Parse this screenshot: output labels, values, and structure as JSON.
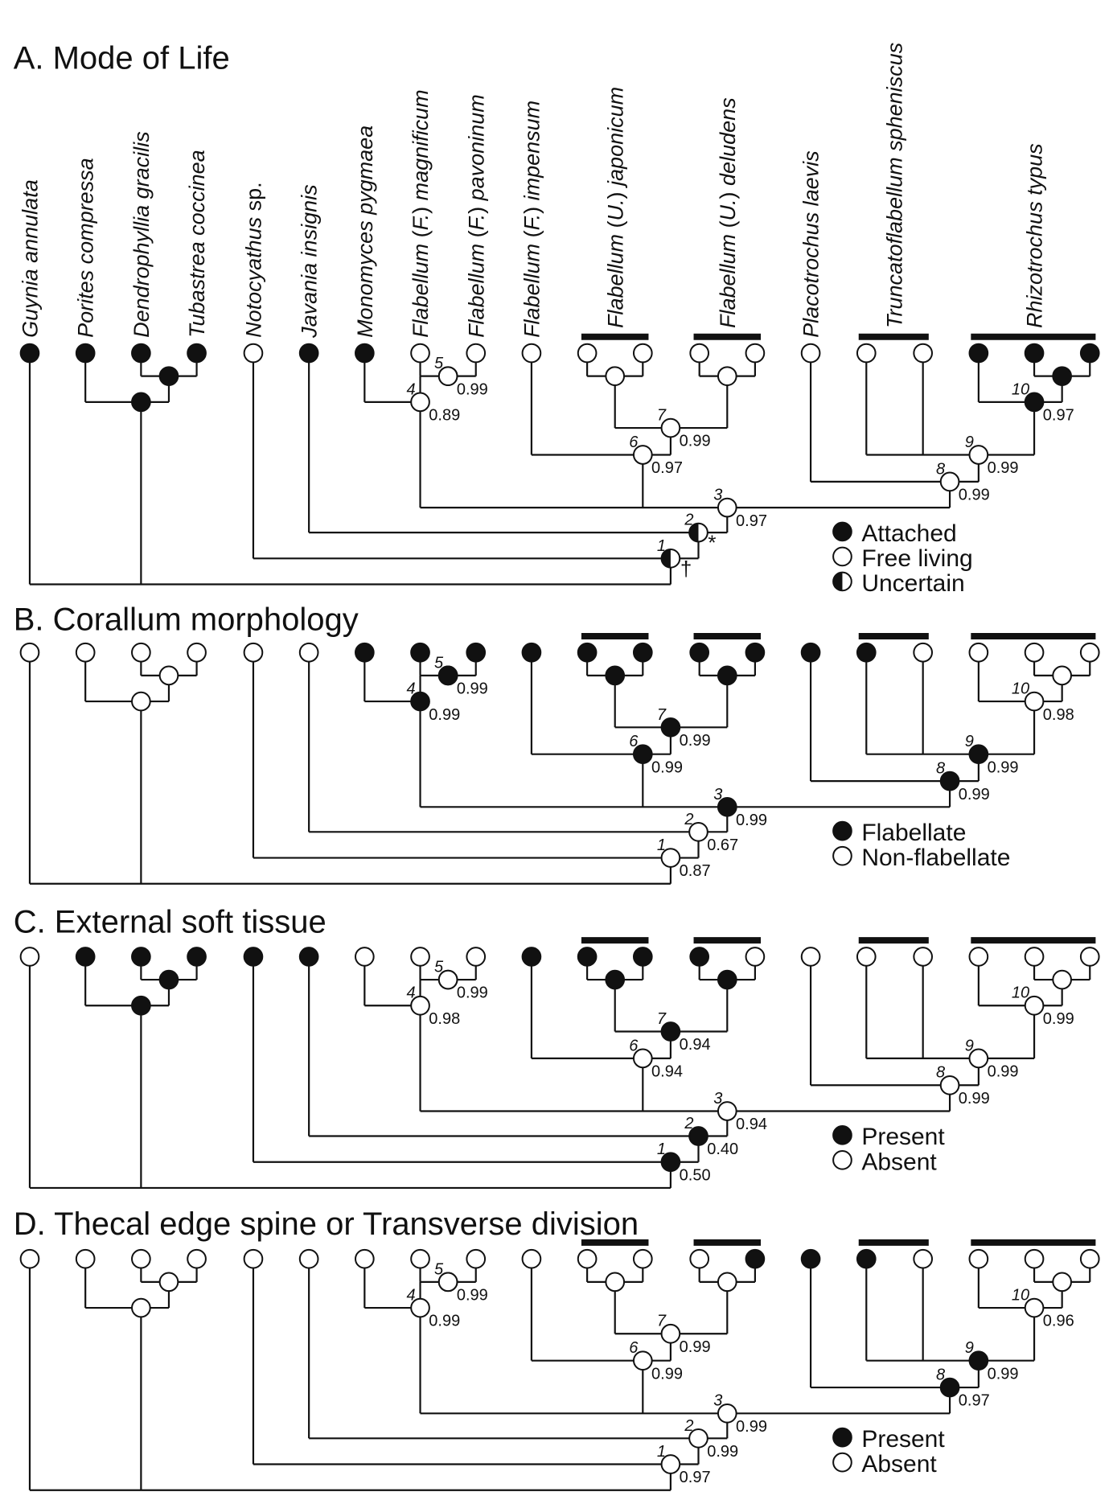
{
  "taxa": [
    {
      "parts": [
        {
          "t": "Guynia annulata",
          "i": true
        }
      ]
    },
    {
      "parts": [
        {
          "t": "Porites compressa",
          "i": true
        }
      ]
    },
    {
      "parts": [
        {
          "t": "Dendrophyllia gracilis",
          "i": true
        }
      ]
    },
    {
      "parts": [
        {
          "t": "Tubastrea coccinea",
          "i": true
        }
      ]
    },
    {
      "parts": [
        {
          "t": "Notocyathus",
          "i": true
        },
        {
          "t": " sp.",
          "i": false
        }
      ]
    },
    {
      "parts": [
        {
          "t": "Javania insignis",
          "i": true
        }
      ]
    },
    {
      "parts": [
        {
          "t": "Monomyces pygmaea",
          "i": true
        }
      ]
    },
    {
      "parts": [
        {
          "t": "Flabellum",
          "i": true
        },
        {
          "t": " (",
          "i": false
        },
        {
          "t": "F.",
          "i": true
        },
        {
          "t": ") ",
          "i": false
        },
        {
          "t": "magnificum",
          "i": true
        }
      ]
    },
    {
      "parts": [
        {
          "t": "Flabellum",
          "i": true
        },
        {
          "t": " (",
          "i": false
        },
        {
          "t": "F.",
          "i": true
        },
        {
          "t": ") ",
          "i": false
        },
        {
          "t": "pavoninum",
          "i": true
        }
      ]
    },
    {
      "parts": [
        {
          "t": "Flabellum",
          "i": true
        },
        {
          "t": " (",
          "i": false
        },
        {
          "t": "F.",
          "i": true
        },
        {
          "t": ") ",
          "i": false
        },
        {
          "t": "impensum",
          "i": true
        }
      ]
    },
    {
      "parts": [
        {
          "t": "Flabellum",
          "i": true
        },
        {
          "t": " (",
          "i": false
        },
        {
          "t": "U.",
          "i": true
        },
        {
          "t": ") ",
          "i": false
        },
        {
          "t": "japonicum",
          "i": true
        }
      ]
    },
    {
      "parts": [
        {
          "t": "Flabellum",
          "i": true
        },
        {
          "t": " (",
          "i": false
        },
        {
          "t": "U.",
          "i": true
        },
        {
          "t": ") ",
          "i": false
        },
        {
          "t": "deludens",
          "i": true
        }
      ]
    },
    {
      "parts": [
        {
          "t": "Placotrochus laevis",
          "i": true
        }
      ]
    },
    {
      "parts": [
        {
          "t": "Truncatoflabellum spheniscus",
          "i": true
        }
      ]
    },
    {
      "parts": [
        {
          "t": "Rhizotrochus typus",
          "i": true
        }
      ]
    }
  ],
  "panels": [
    {
      "title": "A. Mode of Life",
      "tips": [
        "f",
        "f",
        "f",
        "f",
        "o",
        "f",
        "f",
        "o",
        "o",
        "o",
        "o",
        "o",
        "o",
        "o",
        "o",
        "o",
        "o",
        "o",
        "f",
        "f",
        "f"
      ],
      "nodes": {
        "porites_dendro": "f",
        "dendro_tuba": "f",
        "pav": "o",
        "jap": "o",
        "del": "o",
        "rh": "f",
        "n1": "h",
        "n2": "h",
        "n3": "o",
        "n4": "o",
        "n5": "o",
        "n6": "o",
        "n7": "o",
        "n8": "o",
        "n9": "o",
        "n10": "f"
      },
      "labels": [
        {
          "node": "n1",
          "num": "1",
          "pp": "",
          "mark": "†"
        },
        {
          "node": "n2",
          "num": "2",
          "pp": "",
          "mark": "*"
        },
        {
          "node": "n3",
          "num": "3",
          "pp": "0.97",
          "mark": ""
        },
        {
          "node": "n4",
          "num": "4",
          "pp": "0.89",
          "mark": ""
        },
        {
          "node": "n5",
          "num": "5",
          "pp": "0.99",
          "mark": ""
        },
        {
          "node": "n6",
          "num": "6",
          "pp": "0.97",
          "mark": ""
        },
        {
          "node": "n7",
          "num": "7",
          "pp": "0.99",
          "mark": ""
        },
        {
          "node": "n8",
          "num": "8",
          "pp": "0.99",
          "mark": ""
        },
        {
          "node": "n9",
          "num": "9",
          "pp": "0.99",
          "mark": ""
        },
        {
          "node": "n10",
          "num": "10",
          "pp": "0.97",
          "mark": ""
        }
      ],
      "legend": [
        {
          "state": "f",
          "label": "Attached"
        },
        {
          "state": "o",
          "label": "Free living"
        },
        {
          "state": "h",
          "label": "Uncertain"
        }
      ]
    },
    {
      "title": "B. Corallum morphology",
      "tips": [
        "o",
        "o",
        "o",
        "o",
        "o",
        "o",
        "f",
        "f",
        "f",
        "f",
        "f",
        "f",
        "f",
        "f",
        "f",
        "f",
        "f",
        "o",
        "o",
        "o",
        "o"
      ],
      "nodes": {
        "porites_dendro": "o",
        "dendro_tuba": "o",
        "pav": "f",
        "jap": "f",
        "del": "f",
        "rh": "o",
        "n1": "o",
        "n2": "o",
        "n3": "f",
        "n4": "f",
        "n5": "f",
        "n6": "f",
        "n7": "f",
        "n8": "f",
        "n9": "f",
        "n10": "o"
      },
      "labels": [
        {
          "node": "n1",
          "num": "1",
          "pp": "0.87",
          "mark": ""
        },
        {
          "node": "n2",
          "num": "2",
          "pp": "0.67",
          "mark": ""
        },
        {
          "node": "n3",
          "num": "3",
          "pp": "0.99",
          "mark": ""
        },
        {
          "node": "n4",
          "num": "4",
          "pp": "0.99",
          "mark": ""
        },
        {
          "node": "n5",
          "num": "5",
          "pp": "0.99",
          "mark": ""
        },
        {
          "node": "n6",
          "num": "6",
          "pp": "0.99",
          "mark": ""
        },
        {
          "node": "n7",
          "num": "7",
          "pp": "0.99",
          "mark": ""
        },
        {
          "node": "n8",
          "num": "8",
          "pp": "0.99",
          "mark": ""
        },
        {
          "node": "n9",
          "num": "9",
          "pp": "0.99",
          "mark": ""
        },
        {
          "node": "n10",
          "num": "10",
          "pp": "0.98",
          "mark": ""
        }
      ],
      "legend": [
        {
          "state": "f",
          "label": "Flabellate"
        },
        {
          "state": "o",
          "label": "Non-flabellate"
        }
      ]
    },
    {
      "title": "C. External soft tissue",
      "tips": [
        "o",
        "f",
        "f",
        "f",
        "f",
        "f",
        "o",
        "o",
        "o",
        "o",
        "f",
        "f",
        "f",
        "f",
        "o",
        "o",
        "o",
        "o",
        "o",
        "o",
        "o"
      ],
      "nodes": {
        "porites_dendro": "f",
        "dendro_tuba": "f",
        "pav": "o",
        "jap": "f",
        "del": "f",
        "rh": "o",
        "n1": "f",
        "n2": "f",
        "n3": "o",
        "n4": "o",
        "n5": "o",
        "n6": "o",
        "n7": "f",
        "n8": "o",
        "n9": "o",
        "n10": "o"
      },
      "labels": [
        {
          "node": "n1",
          "num": "1",
          "pp": "0.50",
          "mark": ""
        },
        {
          "node": "n2",
          "num": "2",
          "pp": "0.40",
          "mark": ""
        },
        {
          "node": "n3",
          "num": "3",
          "pp": "0.94",
          "mark": ""
        },
        {
          "node": "n4",
          "num": "4",
          "pp": "0.98",
          "mark": ""
        },
        {
          "node": "n5",
          "num": "5",
          "pp": "0.99",
          "mark": ""
        },
        {
          "node": "n6",
          "num": "6",
          "pp": "0.94",
          "mark": ""
        },
        {
          "node": "n7",
          "num": "7",
          "pp": "0.94",
          "mark": ""
        },
        {
          "node": "n8",
          "num": "8",
          "pp": "0.99",
          "mark": ""
        },
        {
          "node": "n9",
          "num": "9",
          "pp": "0.99",
          "mark": ""
        },
        {
          "node": "n10",
          "num": "10",
          "pp": "0.99",
          "mark": ""
        }
      ],
      "legend": [
        {
          "state": "f",
          "label": "Present"
        },
        {
          "state": "o",
          "label": "Absent"
        }
      ]
    },
    {
      "title": "D. Thecal edge spine or Transverse division",
      "tips": [
        "o",
        "o",
        "o",
        "o",
        "o",
        "o",
        "o",
        "o",
        "o",
        "o",
        "o",
        "o",
        "o",
        "o",
        "f",
        "f",
        "f",
        "o",
        "o",
        "o",
        "o"
      ],
      "nodes": {
        "porites_dendro": "o",
        "dendro_tuba": "o",
        "pav": "o",
        "jap": "o",
        "del": "o",
        "rh": "o",
        "n1": "o",
        "n2": "o",
        "n3": "o",
        "n4": "o",
        "n5": "o",
        "n6": "o",
        "n7": "o",
        "n8": "f",
        "n9": "f",
        "n10": "o"
      },
      "labels": [
        {
          "node": "n1",
          "num": "1",
          "pp": "0.97",
          "mark": ""
        },
        {
          "node": "n2",
          "num": "2",
          "pp": "0.99",
          "mark": ""
        },
        {
          "node": "n3",
          "num": "3",
          "pp": "0.99",
          "mark": ""
        },
        {
          "node": "n4",
          "num": "4",
          "pp": "0.99",
          "mark": ""
        },
        {
          "node": "n5",
          "num": "5",
          "pp": "0.99",
          "mark": ""
        },
        {
          "node": "n6",
          "num": "6",
          "pp": "0.99",
          "mark": ""
        },
        {
          "node": "n7",
          "num": "7",
          "pp": "0.99",
          "mark": ""
        },
        {
          "node": "n8",
          "num": "8",
          "pp": "0.97",
          "mark": ""
        },
        {
          "node": "n9",
          "num": "9",
          "pp": "0.99",
          "mark": ""
        },
        {
          "node": "n10",
          "num": "10",
          "pp": "0.96",
          "mark": ""
        }
      ],
      "legend": [
        {
          "state": "f",
          "label": "Present"
        },
        {
          "state": "o",
          "label": "Absent"
        }
      ]
    }
  ]
}
